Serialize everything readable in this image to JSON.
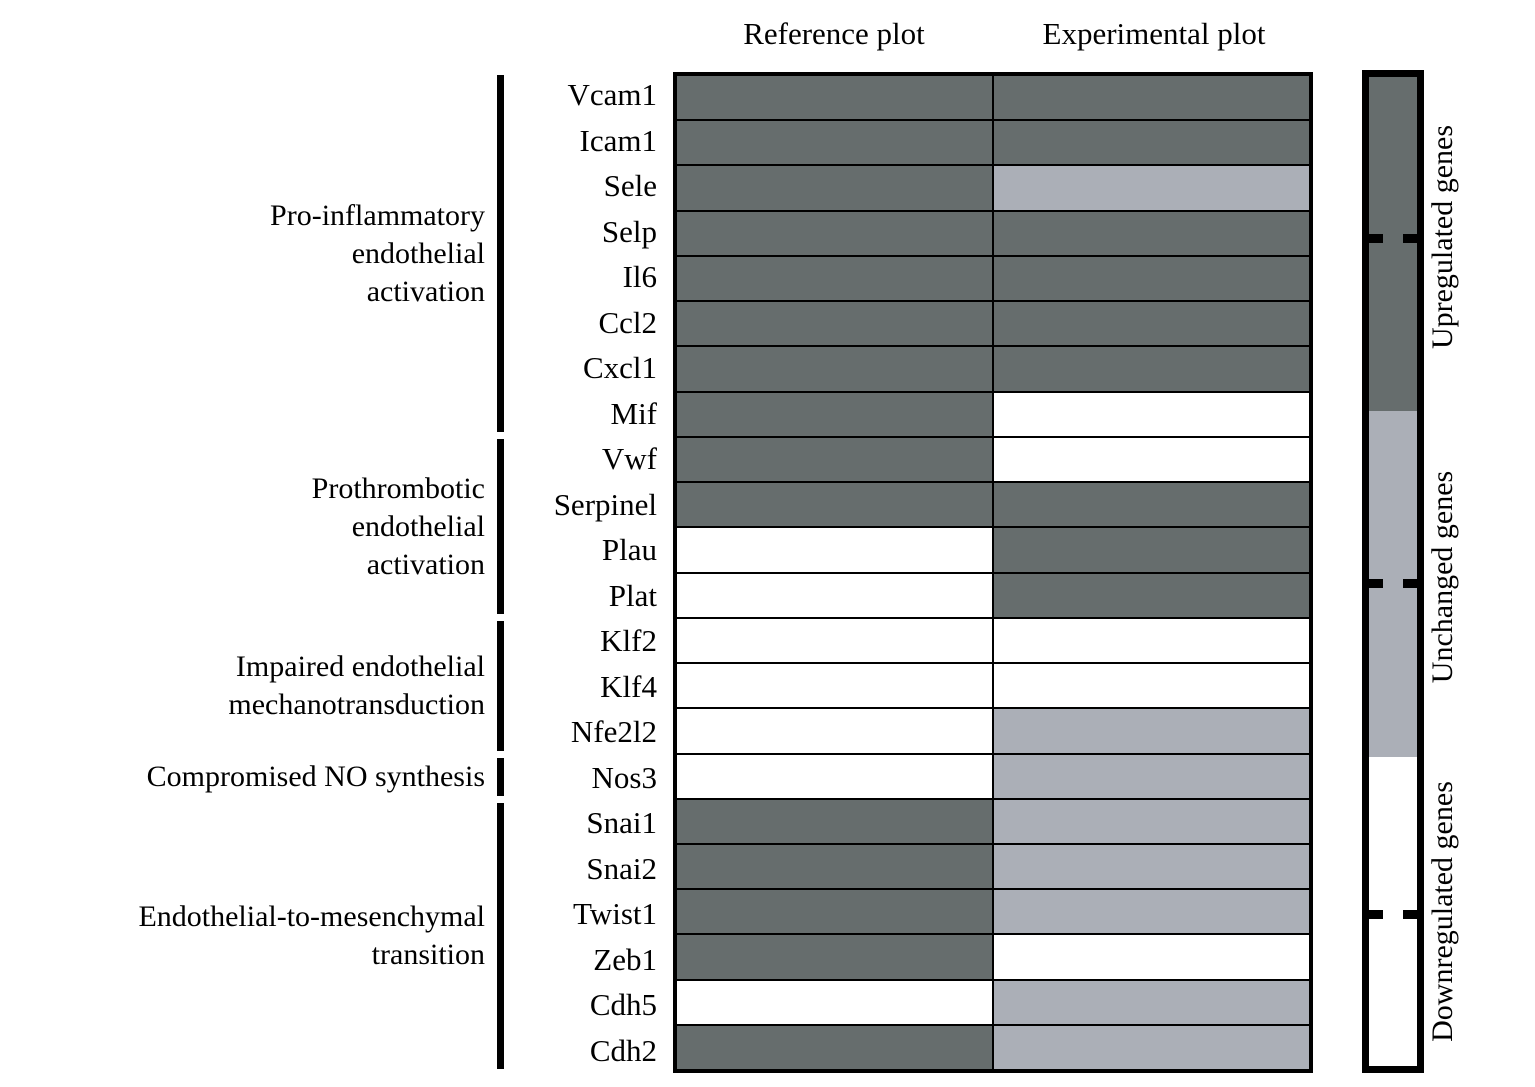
{
  "figure": {
    "columns": [
      "Reference plot",
      "Experimental plot"
    ],
    "legend": {
      "bands": [
        {
          "key": "up",
          "label": "Upregulated genes",
          "color": "#666d6d"
        },
        {
          "key": "unchanged",
          "label": "Unchanged genes",
          "color": "#abafb7"
        },
        {
          "key": "down",
          "label": "Downregulated genes",
          "color": "#ffffff"
        }
      ]
    },
    "categories": [
      {
        "label": "Pro-inflammatory\nendothelial\nactivation",
        "genes": 8
      },
      {
        "label": "Prothrombotic\nendothelial\nactivation",
        "genes": 4
      },
      {
        "label": "Impaired endothelial\nmechanotransduction",
        "genes": 3
      },
      {
        "label": "Compromised NO synthesis",
        "genes": 1
      },
      {
        "label": "Endothelial-to-mesenchymal\ntransition",
        "genes": 6
      }
    ]
  },
  "chart_data": {
    "type": "heatmap",
    "title": "",
    "xlabel": "",
    "ylabel": "",
    "columns": [
      "Reference plot",
      "Experimental plot"
    ],
    "value_levels": [
      {
        "name": "Upregulated genes",
        "color": "#666d6d"
      },
      {
        "name": "Unchanged genes",
        "color": "#abafb7"
      },
      {
        "name": "Downregulated genes",
        "color": "#ffffff"
      }
    ],
    "categories": [
      "Pro-inflammatory endothelial activation",
      "Prothrombotic endothelial activation",
      "Impaired endothelial mechanotransduction",
      "Compromised NO synthesis",
      "Endothelial-to-mesenchymal transition"
    ],
    "rows": [
      {
        "gene": "Vcam1",
        "category": 0,
        "reference": "up",
        "experimental": "up"
      },
      {
        "gene": "Icam1",
        "category": 0,
        "reference": "up",
        "experimental": "up"
      },
      {
        "gene": "Sele",
        "category": 0,
        "reference": "up",
        "experimental": "unchanged"
      },
      {
        "gene": "Selp",
        "category": 0,
        "reference": "up",
        "experimental": "up"
      },
      {
        "gene": "Il6",
        "category": 0,
        "reference": "up",
        "experimental": "up"
      },
      {
        "gene": "Ccl2",
        "category": 0,
        "reference": "up",
        "experimental": "up"
      },
      {
        "gene": "Cxcl1",
        "category": 0,
        "reference": "up",
        "experimental": "up"
      },
      {
        "gene": "Mif",
        "category": 0,
        "reference": "up",
        "experimental": "down"
      },
      {
        "gene": "Vwf",
        "category": 1,
        "reference": "up",
        "experimental": "down"
      },
      {
        "gene": "Serpinel",
        "category": 1,
        "reference": "up",
        "experimental": "up"
      },
      {
        "gene": "Plau",
        "category": 1,
        "reference": "down",
        "experimental": "up"
      },
      {
        "gene": "Plat",
        "category": 1,
        "reference": "down",
        "experimental": "up"
      },
      {
        "gene": "Klf2",
        "category": 2,
        "reference": "down",
        "experimental": "down"
      },
      {
        "gene": "Klf4",
        "category": 2,
        "reference": "down",
        "experimental": "down"
      },
      {
        "gene": "Nfe2l2",
        "category": 2,
        "reference": "down",
        "experimental": "unchanged"
      },
      {
        "gene": "Nos3",
        "category": 3,
        "reference": "down",
        "experimental": "unchanged"
      },
      {
        "gene": "Snai1",
        "category": 4,
        "reference": "up",
        "experimental": "unchanged"
      },
      {
        "gene": "Snai2",
        "category": 4,
        "reference": "up",
        "experimental": "unchanged"
      },
      {
        "gene": "Twist1",
        "category": 4,
        "reference": "up",
        "experimental": "unchanged"
      },
      {
        "gene": "Zeb1",
        "category": 4,
        "reference": "up",
        "experimental": "down"
      },
      {
        "gene": "Cdh5",
        "category": 4,
        "reference": "down",
        "experimental": "unchanged"
      },
      {
        "gene": "Cdh2",
        "category": 4,
        "reference": "up",
        "experimental": "unchanged"
      }
    ]
  }
}
